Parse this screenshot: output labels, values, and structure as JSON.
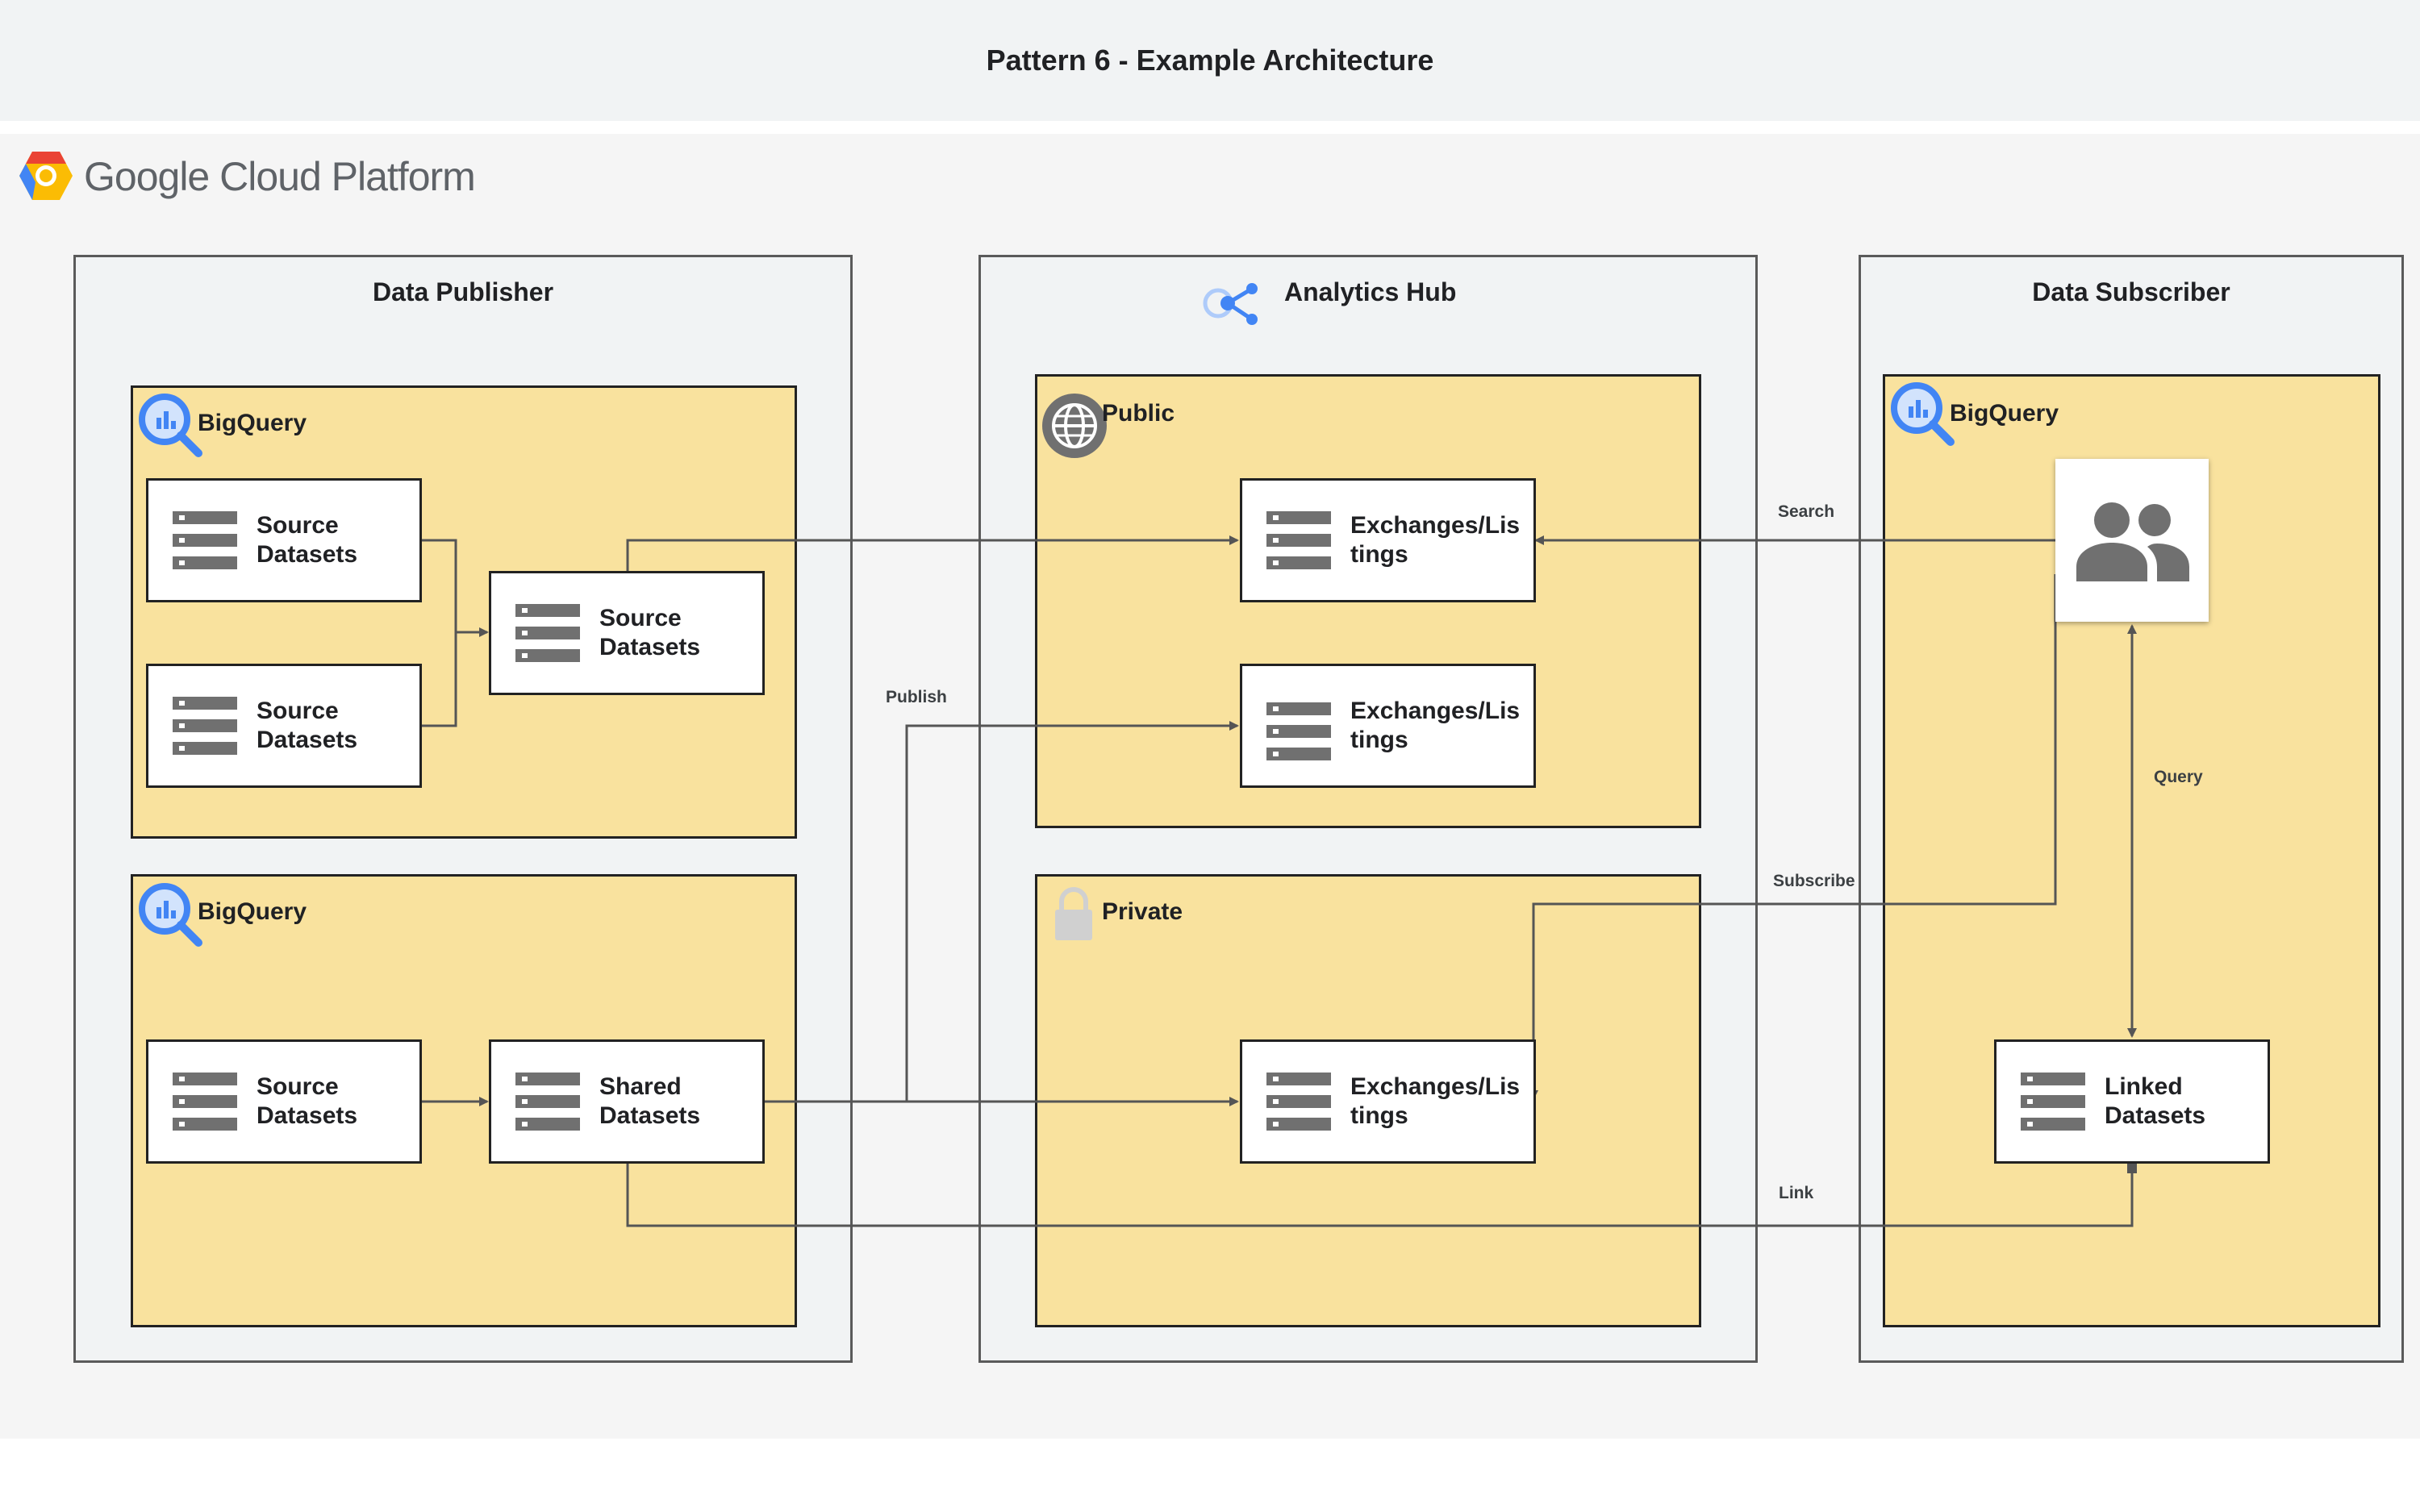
{
  "title": "Pattern 6 - Example Architecture",
  "platform": {
    "name": "Google Cloud Platform",
    "logo_icon": "gcp-hexagon-icon"
  },
  "colors": {
    "zone_fill": "#f9e29e",
    "panel_fill": "#f1f3f4",
    "accent_blue": "#4285f4",
    "icon_gray": "#707070"
  },
  "publisher": {
    "title": "Data Publisher",
    "bq1": {
      "label": "BigQuery",
      "src1": "Source\nDatasets",
      "src2": "Source\nDatasets",
      "merged": "Source\nDatasets"
    },
    "bq2": {
      "label": "BigQuery",
      "src": "Source\nDatasets",
      "shared": "Shared\nDatasets"
    }
  },
  "hub": {
    "title": "Analytics Hub",
    "public": {
      "label": "Public",
      "listing1": "Exchanges/Lis\ntings",
      "listing2": "Exchanges/Lis\ntings"
    },
    "private": {
      "label": "Private",
      "listing": "Exchanges/Lis\ntings"
    }
  },
  "subscriber": {
    "title": "Data Subscriber",
    "bq": {
      "label": "BigQuery",
      "linked": "Linked\nDatasets"
    }
  },
  "edges": {
    "publish": "Publish",
    "search": "Search",
    "subscribe": "Subscribe",
    "query": "Query",
    "link": "Link"
  }
}
